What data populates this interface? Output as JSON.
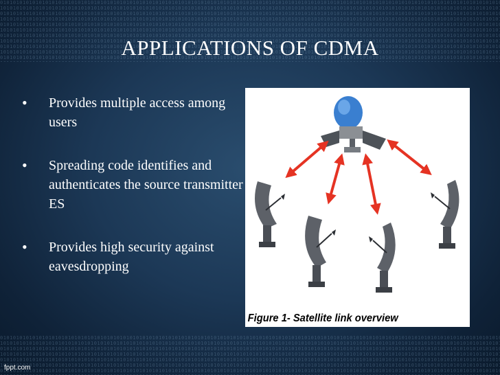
{
  "slide": {
    "title": "APPLICATIONS OF CDMA",
    "bullets": [
      "Provides multiple access among users",
      "Spreading code identifies and authenticates the source transmitter ES",
      "Provides high security against eavesdropping"
    ],
    "figure_caption": "Figure 1- Satellite link overview",
    "footer": "fppt.com"
  },
  "colors": {
    "background": "#1c3856",
    "title_text": "#ffffff",
    "arrow": "#e53323",
    "satellite_body": "#3a7fd0"
  },
  "icons": [
    "bullet-dot",
    "satellite-icon",
    "dish-antenna-icon",
    "double-arrow-icon"
  ]
}
